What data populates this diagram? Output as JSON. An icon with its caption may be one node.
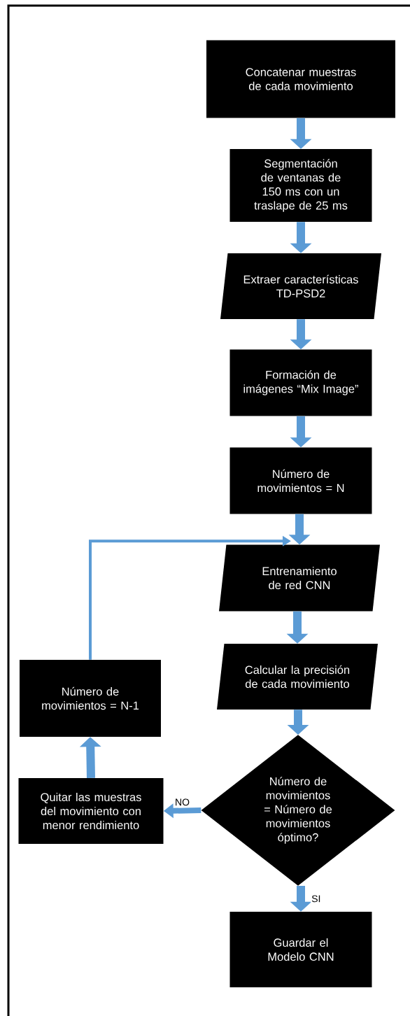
{
  "diagram": {
    "nodes": [
      {
        "text": [
          "Concatenar muestras de cada movimiento"
        ]
      },
      {
        "text": [
          "Segmentación de ventanas de 150 ms con un traslape de 25 ms"
        ]
      },
      {
        "text": [
          "Extraer características TD-PSD2"
        ]
      },
      {
        "text": [
          "Formación de imágenes “Mix Image”"
        ]
      },
      {
        "text": [
          "Número de movimientos  = N"
        ]
      },
      {
        "text": [
          "Entrenamiento de red CNN"
        ]
      },
      {
        "text": [
          "Calcular la precisión de cada movimiento"
        ]
      },
      {
        "text": [
          "Número de movimientos = Número de movimientos óptimo?"
        ]
      },
      {
        "text": [
          "Guardar el Modelo CNN"
        ]
      },
      {
        "text": [
          "Quitar las muestras del movimiento con menor rendimiento"
        ]
      },
      {
        "text": [
          "Número de movimientos = N-1"
        ]
      }
    ],
    "edges": [
      {
        "from": 0,
        "to": 1,
        "arrow": "to"
      },
      {
        "from": 1,
        "to": 2,
        "arrow": "to"
      },
      {
        "from": 2,
        "to": 3,
        "arrow": "to"
      },
      {
        "from": 3,
        "to": 4,
        "arrow": "to"
      },
      {
        "from": 4,
        "to": 5,
        "arrow": "to"
      },
      {
        "from": 5,
        "to": 6,
        "arrow": "to"
      },
      {
        "from": 6,
        "to": 7,
        "arrow": "to"
      },
      {
        "from": 7,
        "to": 8,
        "arrow": "to",
        "label": "SI"
      },
      {
        "from": 7,
        "to": 9,
        "arrow": "to",
        "label": "NO"
      },
      {
        "from": 9,
        "to": 10,
        "arrow": "to"
      },
      {
        "from": 10,
        "to": 5,
        "arrow": "to"
      }
    ]
  }
}
